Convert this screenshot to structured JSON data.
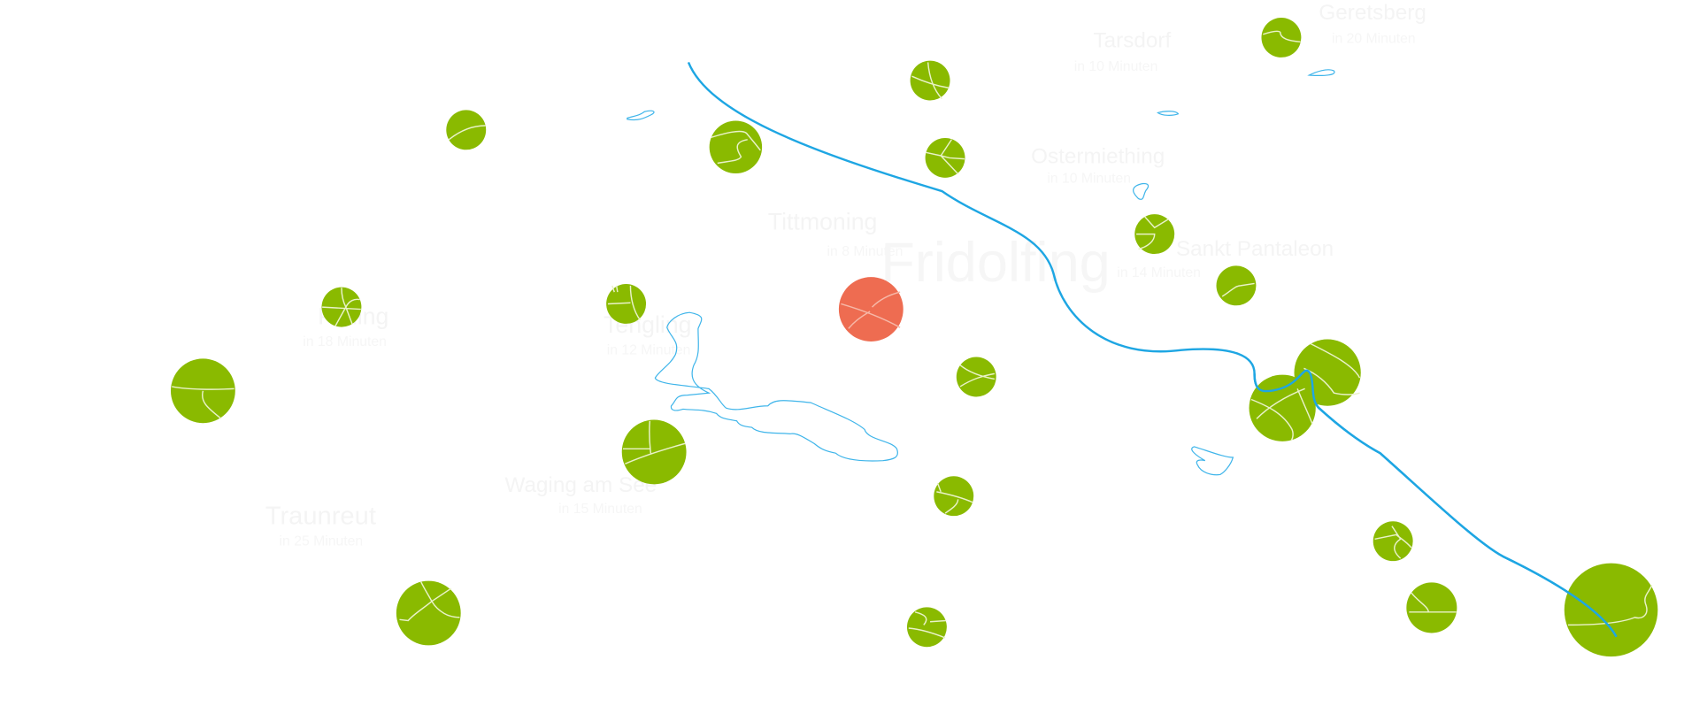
{
  "map": {
    "colors": {
      "town": "#8aba00",
      "highlight": "#ee6c51",
      "river": "#1ea6e3",
      "lake": "#3fb5ea"
    },
    "center_town": "Fridolfing",
    "labels": [
      {
        "name": "Tittmoning",
        "sub": "in 8 Minuten"
      },
      {
        "name": "Tengling",
        "sub": "in 12 Minuten"
      },
      {
        "name": "Palling",
        "sub": "in 18 Minuten"
      },
      {
        "name": "Traunreut",
        "sub": "in 25 Minuten"
      },
      {
        "name": "Waging am See",
        "sub": "in 15 Minuten"
      },
      {
        "name": "Tarsdorf",
        "sub": "in 10 Minuten"
      },
      {
        "name": "Ostermiething",
        "sub": "in 10 Minuten"
      },
      {
        "name": "Sankt Pantaleon",
        "sub": "in 14 Minuten"
      },
      {
        "name": "Geretsberg",
        "sub": "in 20 Minuten"
      }
    ]
  }
}
